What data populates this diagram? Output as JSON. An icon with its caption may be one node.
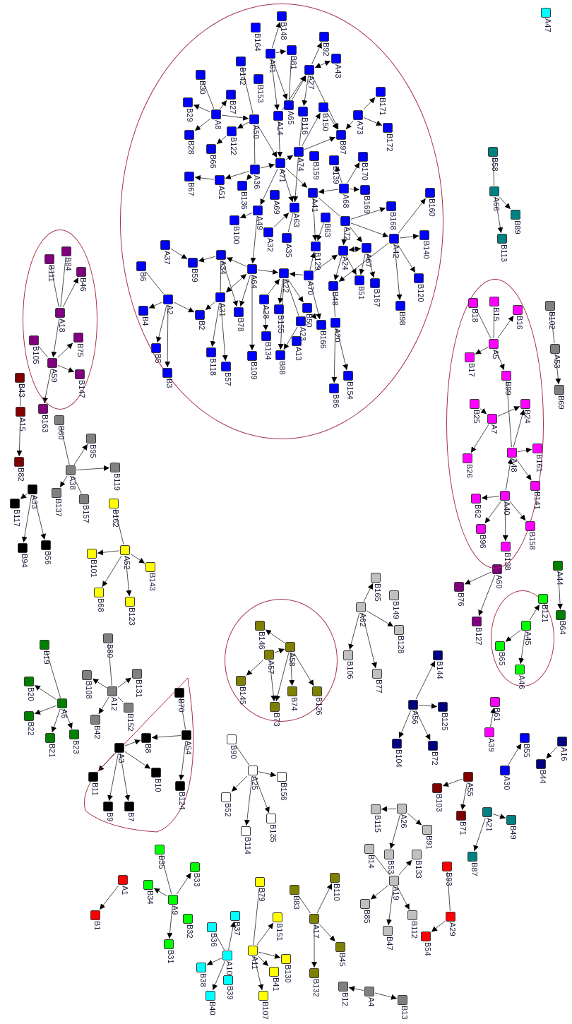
{
  "diagram": {
    "nodes": [
      {
        "text": [],
        "shape": "ellipse"
      },
      {
        "text": [
          "B148"
        ],
        "in": 0
      },
      {
        "text": [
          "B164"
        ],
        "in": 0
      },
      {
        "text": [
          "A61"
        ],
        "in": 0
      },
      {
        "text": [
          "B81"
        ],
        "in": 0
      },
      {
        "text": [
          "B92"
        ],
        "in": 0
      },
      {
        "text": [
          "A43"
        ],
        "in": 0
      },
      {
        "text": [
          "A27"
        ],
        "in": 0
      },
      {
        "text": [
          "B142"
        ],
        "in": 0
      },
      {
        "text": [
          "B153"
        ],
        "in": 0
      },
      {
        "text": [
          "B30"
        ],
        "in": 0
      },
      {
        "text": [
          "B27"
        ],
        "in": 0
      },
      {
        "text": [
          "A8"
        ],
        "in": 0
      },
      {
        "text": [
          "B29"
        ],
        "in": 0
      },
      {
        "text": [
          "B28"
        ],
        "in": 0
      },
      {
        "text": [
          "A50"
        ],
        "in": 0
      },
      {
        "text": [
          "A65"
        ],
        "in": 0
      },
      {
        "text": [
          "A14"
        ],
        "in": 0
      },
      {
        "text": [
          "B116"
        ],
        "in": 0
      },
      {
        "text": [
          "B150"
        ],
        "in": 0
      },
      {
        "text": [
          "B97"
        ],
        "in": 0
      },
      {
        "text": [
          "B171"
        ],
        "in": 0
      },
      {
        "text": [
          "A73"
        ],
        "in": 0
      },
      {
        "text": [
          "B172"
        ],
        "in": 0
      },
      {
        "text": [
          "B122"
        ],
        "in": 0
      },
      {
        "text": [
          "B66"
        ],
        "in": 0
      },
      {
        "text": [
          "A74"
        ],
        "in": 0
      },
      {
        "text": [
          "A71"
        ],
        "in": 0
      },
      {
        "text": [
          "B159"
        ],
        "in": 0
      },
      {
        "text": [
          "B139"
        ],
        "in": 0
      },
      {
        "text": [
          "B170"
        ],
        "in": 0
      },
      {
        "text": [
          "A36"
        ],
        "in": 0
      },
      {
        "text": [
          "A51"
        ],
        "in": 0
      },
      {
        "text": [
          "B67"
        ],
        "in": 0
      },
      {
        "text": [
          "B136"
        ],
        "in": 0
      },
      {
        "text": [
          "A41"
        ],
        "in": 0
      },
      {
        "text": [
          "A68"
        ],
        "in": 0
      },
      {
        "text": [
          "B169"
        ],
        "in": 0
      },
      {
        "text": [
          "B168"
        ],
        "in": 0
      },
      {
        "text": [
          "B160"
        ],
        "in": 0
      },
      {
        "text": [
          "A69"
        ],
        "in": 0
      },
      {
        "text": [
          "A63"
        ],
        "in": 0
      },
      {
        "text": [
          "A49"
        ],
        "in": 0
      },
      {
        "text": [
          "B100"
        ],
        "in": 0
      },
      {
        "text": [
          "A32"
        ],
        "in": 0
      },
      {
        "text": [
          "A35"
        ],
        "in": 0
      },
      {
        "text": [
          "B63"
        ],
        "in": 0
      },
      {
        "text": [
          "A72"
        ],
        "in": 0
      },
      {
        "text": [
          "A42"
        ],
        "in": 0
      },
      {
        "text": [
          "B140"
        ],
        "in": 0
      },
      {
        "text": [
          "B129"
        ],
        "in": 0
      },
      {
        "text": [
          "A24"
        ],
        "in": 0
      },
      {
        "text": [
          "A67"
        ],
        "in": 0
      },
      {
        "text": [
          "B51"
        ],
        "in": 0
      },
      {
        "text": [
          "B167"
        ],
        "in": 0
      },
      {
        "text": [
          "B48"
        ],
        "in": 0
      },
      {
        "text": [
          "B120"
        ],
        "in": 0
      },
      {
        "text": [
          "B98"
        ],
        "in": 0
      },
      {
        "text": [
          "A37"
        ],
        "in": 0
      },
      {
        "text": [
          "B59"
        ],
        "in": 0
      },
      {
        "text": [
          "A34"
        ],
        "in": 0
      },
      {
        "text": [
          "A64"
        ],
        "in": 0
      },
      {
        "text": [
          "A22"
        ],
        "in": 0
      },
      {
        "text": [
          "A70"
        ],
        "in": 0
      },
      {
        "text": [
          "B6"
        ],
        "in": 0
      },
      {
        "text": [
          "A2"
        ],
        "in": 0
      },
      {
        "text": [
          "B4"
        ],
        "in": 0
      },
      {
        "text": [
          "B2"
        ],
        "in": 0
      },
      {
        "text": [
          "A31"
        ],
        "in": 0
      },
      {
        "text": [
          "B78"
        ],
        "in": 0
      },
      {
        "text": [
          "A28"
        ],
        "in": 0
      },
      {
        "text": [
          "B155"
        ],
        "in": 0
      },
      {
        "text": [
          "B50"
        ],
        "in": 0
      },
      {
        "text": [
          "A23"
        ],
        "in": 0
      },
      {
        "text": [
          "B166"
        ],
        "in": 0
      },
      {
        "text": [
          "A20"
        ],
        "in": 0
      },
      {
        "text": [
          "B5"
        ],
        "in": 0
      },
      {
        "text": [
          "B3"
        ],
        "in": 0
      },
      {
        "text": [
          "B118"
        ],
        "in": 0
      },
      {
        "text": [
          "B57"
        ],
        "in": 0
      },
      {
        "text": [
          "B109"
        ],
        "in": 0
      },
      {
        "text": [
          "B134"
        ],
        "in": 0
      },
      {
        "text": [
          "A13"
        ],
        "in": 0
      },
      {
        "text": [
          "B88"
        ],
        "in": 0
      },
      {
        "text": [
          "B86"
        ],
        "in": 0
      },
      {
        "text": [
          "B154"
        ],
        "in": 0
      },
      {
        "text": [],
        "shape": "ellipse"
      },
      {
        "text": [
          "B84"
        ],
        "in": 86
      },
      {
        "text": [
          "B111"
        ],
        "in": 86
      },
      {
        "text": [
          "B46"
        ],
        "in": 86
      },
      {
        "text": [
          "A18"
        ],
        "in": 86
      },
      {
        "text": [
          "B105"
        ],
        "in": 86
      },
      {
        "text": [
          "B75"
        ],
        "in": 86
      },
      {
        "text": [
          "A59"
        ],
        "in": 86
      },
      {
        "text": [
          "B147"
        ],
        "in": 86
      },
      {
        "text": [
          "B163"
        ]
      },
      {
        "text": [
          "B43"
        ]
      },
      {
        "text": [
          "A15"
        ]
      },
      {
        "text": [
          "B82"
        ]
      },
      {
        "text": [
          "B60"
        ]
      },
      {
        "text": [
          "B95"
        ]
      },
      {
        "text": [
          "A38"
        ]
      },
      {
        "text": [
          "B119"
        ]
      },
      {
        "text": [
          "B137"
        ]
      },
      {
        "text": [
          "B157"
        ]
      },
      {
        "text": [
          "A33"
        ]
      },
      {
        "text": [
          "B117"
        ]
      },
      {
        "text": [
          "B94"
        ]
      },
      {
        "text": [
          "B56"
        ]
      },
      {
        "text": [
          "B162"
        ]
      },
      {
        "text": [
          "A52"
        ]
      },
      {
        "text": [
          "B101"
        ]
      },
      {
        "text": [
          "B143"
        ]
      },
      {
        "text": [
          "B68"
        ]
      },
      {
        "text": [
          "B123"
        ]
      },
      {
        "text": [
          "B19"
        ]
      },
      {
        "text": [
          "B20"
        ]
      },
      {
        "text": [
          "A6"
        ]
      },
      {
        "text": [
          "B22"
        ]
      },
      {
        "text": [
          "B21"
        ]
      },
      {
        "text": [
          "B23"
        ]
      },
      {
        "text": [
          "B80"
        ]
      },
      {
        "text": [
          "B108"
        ]
      },
      {
        "text": [
          "B131"
        ]
      },
      {
        "text": [
          "A12"
        ]
      },
      {
        "text": [
          "B152"
        ]
      },
      {
        "text": [
          "B42"
        ]
      },
      {
        "text": [],
        "shape": "teardrop"
      },
      {
        "text": [
          "B70"
        ],
        "in": 127
      },
      {
        "text": [
          "A54"
        ],
        "in": 127
      },
      {
        "text": [
          "B8"
        ],
        "in": 127
      },
      {
        "text": [
          "A3"
        ],
        "in": 127
      },
      {
        "text": [
          "B10"
        ],
        "in": 127
      },
      {
        "text": [
          "B11"
        ],
        "in": 127
      },
      {
        "text": [
          "B124"
        ],
        "in": 127
      },
      {
        "text": [
          "B9"
        ],
        "in": 127
      },
      {
        "text": [
          "B7"
        ],
        "in": 127
      },
      {
        "text": [],
        "shape": "ellipse"
      },
      {
        "text": [
          "B146"
        ],
        "in": 137
      },
      {
        "text": [
          "A58"
        ],
        "in": 137
      },
      {
        "text": [
          "A57"
        ],
        "in": 137
      },
      {
        "text": [
          "B145"
        ],
        "in": 137
      },
      {
        "text": [
          "B74"
        ],
        "in": 137
      },
      {
        "text": [
          "B73"
        ],
        "in": 137
      },
      {
        "text": [
          "B126"
        ],
        "in": 137
      },
      {
        "text": [
          "B90"
        ]
      },
      {
        "text": [
          "A25"
        ]
      },
      {
        "text": [
          "B156"
        ]
      },
      {
        "text": [
          "B52"
        ]
      },
      {
        "text": [
          "B135"
        ]
      },
      {
        "text": [
          "B114"
        ]
      },
      {
        "text": [
          "B35"
        ]
      },
      {
        "text": [
          "B33"
        ]
      },
      {
        "text": [
          "B34"
        ]
      },
      {
        "text": [
          "A9"
        ]
      },
      {
        "text": [
          "B32"
        ]
      },
      {
        "text": [
          "B31"
        ]
      },
      {
        "text": [
          "A1"
        ]
      },
      {
        "text": [
          "B1"
        ]
      },
      {
        "text": [
          "B36"
        ]
      },
      {
        "text": [
          "B37"
        ]
      },
      {
        "text": [
          "A10"
        ]
      },
      {
        "text": [
          "B38"
        ]
      },
      {
        "text": [
          "B39"
        ]
      },
      {
        "text": [
          "B40"
        ]
      },
      {
        "text": [
          "B79"
        ]
      },
      {
        "text": [
          "B151"
        ]
      },
      {
        "text": [
          "A11"
        ]
      },
      {
        "text": [
          "B130"
        ]
      },
      {
        "text": [
          "B41"
        ]
      },
      {
        "text": [
          "B107"
        ]
      },
      {
        "text": [
          "B83"
        ]
      },
      {
        "text": [
          "B110"
        ]
      },
      {
        "text": [
          "A17"
        ]
      },
      {
        "text": [
          "B45"
        ]
      },
      {
        "text": [
          "B132"
        ]
      },
      {
        "text": [
          "B12"
        ]
      },
      {
        "text": [
          "A4"
        ]
      },
      {
        "text": [
          "B13"
        ]
      },
      {
        "text": [
          "B165"
        ]
      },
      {
        "text": [
          "B149"
        ]
      },
      {
        "text": [
          "A62"
        ]
      },
      {
        "text": [
          "B128"
        ]
      },
      {
        "text": [
          "B106"
        ]
      },
      {
        "text": [
          "B77"
        ]
      },
      {
        "text": [
          "B144"
        ]
      },
      {
        "text": [
          "A56"
        ]
      },
      {
        "text": [
          "B125"
        ]
      },
      {
        "text": [
          "B104"
        ]
      },
      {
        "text": [
          "B72"
        ]
      },
      {
        "text": [
          "B115"
        ]
      },
      {
        "text": [
          "A26"
        ]
      },
      {
        "text": [
          "B91"
        ]
      },
      {
        "text": [
          "B14"
        ]
      },
      {
        "text": [
          "B53"
        ]
      },
      {
        "text": [
          "B133"
        ]
      },
      {
        "text": [
          "A19"
        ]
      },
      {
        "text": [
          "B85"
        ]
      },
      {
        "text": [
          "B112"
        ]
      },
      {
        "text": [
          "B47"
        ]
      },
      {
        "text": [
          "B93"
        ]
      },
      {
        "text": [
          "A29"
        ]
      },
      {
        "text": [
          "B54"
        ]
      },
      {
        "text": [
          "A55"
        ]
      },
      {
        "text": [
          "B103"
        ]
      },
      {
        "text": [
          "B71"
        ]
      },
      {
        "text": [
          "A21"
        ]
      },
      {
        "text": [
          "B49"
        ]
      },
      {
        "text": [
          "B87"
        ]
      },
      {
        "text": [
          "B61"
        ]
      },
      {
        "text": [
          "A39"
        ]
      },
      {
        "text": [
          "B55"
        ]
      },
      {
        "text": [
          "A30"
        ]
      },
      {
        "text": [
          "A16"
        ]
      },
      {
        "text": [
          "B44"
        ]
      },
      {
        "text": [
          "A60"
        ]
      },
      {
        "text": [
          "B76"
        ]
      },
      {
        "text": [
          "B127"
        ]
      },
      {
        "text": [
          "A44"
        ]
      },
      {
        "text": [
          "B64"
        ]
      },
      {
        "text": [],
        "shape": "ellipse"
      },
      {
        "text": [
          "B121"
        ],
        "in": 220
      },
      {
        "text": [
          "A45"
        ],
        "in": 220
      },
      {
        "text": [
          "B65"
        ],
        "in": 220
      },
      {
        "text": [
          "A46"
        ],
        "in": 220
      },
      {
        "text": [],
        "shape": "ellipse"
      },
      {
        "text": [
          "B18"
        ],
        "in": 225
      },
      {
        "text": [
          "B15"
        ],
        "in": 225
      },
      {
        "text": [
          "B16"
        ],
        "in": 225
      },
      {
        "text": [
          "A5"
        ],
        "in": 225
      },
      {
        "text": [
          "B17"
        ],
        "in": 225
      },
      {
        "text": [
          "B99"
        ],
        "in": 225
      },
      {
        "text": [
          "B25"
        ],
        "in": 225
      },
      {
        "text": [
          "A7"
        ],
        "in": 225
      },
      {
        "text": [
          "B24"
        ],
        "in": 225
      },
      {
        "text": [
          "B26"
        ],
        "in": 225
      },
      {
        "text": [
          "A48"
        ],
        "in": 225
      },
      {
        "text": [
          "B161"
        ],
        "in": 225
      },
      {
        "text": [
          "B141"
        ],
        "in": 225
      },
      {
        "text": [
          "A40"
        ],
        "in": 225
      },
      {
        "text": [
          "B62"
        ],
        "in": 225
      },
      {
        "text": [
          "B158"
        ],
        "in": 225
      },
      {
        "text": [
          "B96"
        ],
        "in": 225
      },
      {
        "text": [
          "B138"
        ],
        "in": 225
      },
      {
        "text": [
          "B102"
        ]
      },
      {
        "text": [
          "A53"
        ]
      },
      {
        "text": [
          "B69"
        ]
      },
      {
        "text": [
          "B58"
        ]
      },
      {
        "text": [
          "A66"
        ]
      },
      {
        "text": [
          "B89"
        ]
      },
      {
        "text": [
          "B113"
        ]
      },
      {
        "text": [
          "A47"
        ]
      }
    ],
    "edges": [
      {
        "from": 3,
        "to": 1,
        "arrow": "to"
      },
      {
        "from": 3,
        "to": 4,
        "arrow": "to"
      },
      {
        "from": 3,
        "to": 16,
        "arrow": "to"
      },
      {
        "from": 3,
        "to": 17,
        "arrow": "to"
      },
      {
        "from": 4,
        "to": 16,
        "arrow": "none"
      },
      {
        "from": 16,
        "to": 7,
        "arrow": "to"
      },
      {
        "from": 17,
        "to": 7,
        "arrow": "to"
      },
      {
        "from": 7,
        "to": 5,
        "arrow": "to"
      },
      {
        "from": 7,
        "to": 6,
        "arrow": "both"
      },
      {
        "from": 7,
        "to": 18,
        "arrow": "to"
      },
      {
        "from": 7,
        "to": 20,
        "arrow": "to"
      },
      {
        "from": 8,
        "to": 15,
        "arrow": "none"
      },
      {
        "from": 10,
        "to": 12,
        "arrow": "none"
      },
      {
        "from": 12,
        "to": 13,
        "arrow": "to"
      },
      {
        "from": 12,
        "to": 14,
        "arrow": "to"
      },
      {
        "from": 12,
        "to": 11,
        "arrow": "to"
      },
      {
        "from": 12,
        "to": 15,
        "arrow": "to"
      },
      {
        "from": 15,
        "to": 24,
        "arrow": "to"
      },
      {
        "from": 24,
        "to": 25,
        "arrow": "to"
      },
      {
        "from": 15,
        "to": 27,
        "arrow": "to"
      },
      {
        "from": 15,
        "to": 31,
        "arrow": "none"
      },
      {
        "from": 17,
        "to": 27,
        "arrow": "to"
      },
      {
        "from": 18,
        "to": 26,
        "arrow": "none"
      },
      {
        "from": 26,
        "to": 19,
        "arrow": "to"
      },
      {
        "from": 26,
        "to": 20,
        "arrow": "to"
      },
      {
        "from": 27,
        "to": 26,
        "arrow": "to"
      },
      {
        "from": 31,
        "to": 27,
        "arrow": "to"
      },
      {
        "from": 31,
        "to": 32,
        "arrow": "to"
      },
      {
        "from": 32,
        "to": 33,
        "arrow": "to"
      },
      {
        "from": 31,
        "to": 34,
        "arrow": "to"
      },
      {
        "from": 27,
        "to": 35,
        "arrow": "to"
      },
      {
        "from": 27,
        "to": 41,
        "arrow": "to"
      },
      {
        "from": 27,
        "to": 42,
        "arrow": "to"
      },
      {
        "from": 26,
        "to": 41,
        "arrow": "to"
      },
      {
        "from": 36,
        "to": 35,
        "arrow": "to"
      },
      {
        "from": 36,
        "to": 30,
        "arrow": "to"
      },
      {
        "from": 36,
        "to": 37,
        "arrow": "to"
      },
      {
        "from": 36,
        "to": 29,
        "arrow": "to"
      },
      {
        "from": 22,
        "to": 21,
        "arrow": "to"
      },
      {
        "from": 22,
        "to": 23,
        "arrow": "to"
      },
      {
        "from": 22,
        "to": 20,
        "arrow": "to"
      },
      {
        "from": 19,
        "to": 20,
        "arrow": "to"
      },
      {
        "from": 47,
        "to": 38,
        "arrow": "to"
      },
      {
        "from": 47,
        "to": 48,
        "arrow": "to"
      },
      {
        "from": 47,
        "to": 51,
        "arrow": "to"
      },
      {
        "from": 47,
        "to": 52,
        "arrow": "to"
      },
      {
        "from": 35,
        "to": 47,
        "arrow": "none"
      },
      {
        "from": 48,
        "to": 39,
        "arrow": "to"
      },
      {
        "from": 48,
        "to": 49,
        "arrow": "to"
      },
      {
        "from": 48,
        "to": 56,
        "arrow": "to"
      },
      {
        "from": 48,
        "to": 57,
        "arrow": "to"
      },
      {
        "from": 48,
        "to": 55,
        "arrow": "to"
      },
      {
        "from": 51,
        "to": 52,
        "arrow": "both"
      },
      {
        "from": 51,
        "to": 55,
        "arrow": "to"
      },
      {
        "from": 51,
        "to": 53,
        "arrow": "to"
      },
      {
        "from": 52,
        "to": 53,
        "arrow": "to"
      },
      {
        "from": 52,
        "to": 54,
        "arrow": "to"
      },
      {
        "from": 63,
        "to": 51,
        "arrow": "to"
      },
      {
        "from": 63,
        "to": 50,
        "arrow": "to"
      },
      {
        "from": 63,
        "to": 62,
        "arrow": "to"
      },
      {
        "from": 63,
        "to": 74,
        "arrow": "to"
      },
      {
        "from": 35,
        "to": 50,
        "arrow": "to"
      },
      {
        "from": 46,
        "to": 50,
        "arrow": "to"
      },
      {
        "from": 45,
        "to": 41,
        "arrow": "none"
      },
      {
        "from": 44,
        "to": 41,
        "arrow": "to"
      },
      {
        "from": 42,
        "to": 43,
        "arrow": "to"
      },
      {
        "from": 42,
        "to": 61,
        "arrow": "to"
      },
      {
        "from": 61,
        "to": 60,
        "arrow": "to"
      },
      {
        "from": 60,
        "to": 59,
        "arrow": "to"
      },
      {
        "from": 58,
        "to": 59,
        "arrow": "to"
      },
      {
        "from": 61,
        "to": 62,
        "arrow": "to"
      },
      {
        "from": 61,
        "to": 69,
        "arrow": "to"
      },
      {
        "from": 60,
        "to": 69,
        "arrow": "to"
      },
      {
        "from": 61,
        "to": 68,
        "arrow": "both"
      },
      {
        "from": 60,
        "to": 68,
        "arrow": "none"
      },
      {
        "from": 68,
        "to": 67,
        "arrow": "to"
      },
      {
        "from": 65,
        "to": 67,
        "arrow": "to"
      },
      {
        "from": 65,
        "to": 66,
        "arrow": "to"
      },
      {
        "from": 65,
        "to": 76,
        "arrow": "to"
      },
      {
        "from": 65,
        "to": 77,
        "arrow": "to"
      },
      {
        "from": 64,
        "to": 65,
        "arrow": "none"
      },
      {
        "from": 68,
        "to": 78,
        "arrow": "to"
      },
      {
        "from": 68,
        "to": 79,
        "arrow": "to"
      },
      {
        "from": 61,
        "to": 80,
        "arrow": "to"
      },
      {
        "from": 70,
        "to": 62,
        "arrow": "to"
      },
      {
        "from": 70,
        "to": 81,
        "arrow": "to"
      },
      {
        "from": 62,
        "to": 71,
        "arrow": "to"
      },
      {
        "from": 62,
        "to": 83,
        "arrow": "to"
      },
      {
        "from": 62,
        "to": 72,
        "arrow": "to"
      },
      {
        "from": 73,
        "to": 83,
        "arrow": "to"
      },
      {
        "from": 62,
        "to": 73,
        "arrow": "none"
      },
      {
        "from": 72,
        "to": 74,
        "arrow": "to"
      },
      {
        "from": 75,
        "to": 84,
        "arrow": "to"
      },
      {
        "from": 75,
        "to": 85,
        "arrow": "to"
      },
      {
        "from": 55,
        "to": 75,
        "arrow": "none"
      },
      {
        "from": 90,
        "to": 89,
        "arrow": "to"
      },
      {
        "from": 87,
        "to": 90,
        "arrow": "none"
      },
      {
        "from": 88,
        "to": 90,
        "arrow": "none"
      },
      {
        "from": 90,
        "to": 93,
        "arrow": "to"
      },
      {
        "from": 93,
        "to": 92,
        "arrow": "to"
      },
      {
        "from": 93,
        "to": 94,
        "arrow": "to"
      },
      {
        "from": 93,
        "to": 95,
        "arrow": "to"
      },
      {
        "from": 91,
        "to": 93,
        "arrow": "none"
      },
      {
        "from": 96,
        "to": 97,
        "arrow": "none"
      },
      {
        "from": 97,
        "to": 98,
        "arrow": "to"
      },
      {
        "from": 99,
        "to": 101,
        "arrow": "none"
      },
      {
        "from": 101,
        "to": 100,
        "arrow": "to"
      },
      {
        "from": 101,
        "to": 102,
        "arrow": "to"
      },
      {
        "from": 101,
        "to": 103,
        "arrow": "to"
      },
      {
        "from": 104,
        "to": 101,
        "arrow": "none"
      },
      {
        "from": 105,
        "to": 106,
        "arrow": "to"
      },
      {
        "from": 105,
        "to": 107,
        "arrow": "to"
      },
      {
        "from": 105,
        "to": 108,
        "arrow": "to"
      },
      {
        "from": 109,
        "to": 110,
        "arrow": "none"
      },
      {
        "from": 110,
        "to": 111,
        "arrow": "to"
      },
      {
        "from": 110,
        "to": 112,
        "arrow": "to"
      },
      {
        "from": 110,
        "to": 113,
        "arrow": "to"
      },
      {
        "from": 110,
        "to": 114,
        "arrow": "to"
      },
      {
        "from": 115,
        "to": 117,
        "arrow": "none"
      },
      {
        "from": 117,
        "to": 116,
        "arrow": "to"
      },
      {
        "from": 117,
        "to": 118,
        "arrow": "to"
      },
      {
        "from": 117,
        "to": 119,
        "arrow": "to"
      },
      {
        "from": 117,
        "to": 120,
        "arrow": "to"
      },
      {
        "from": 121,
        "to": 124,
        "arrow": "none"
      },
      {
        "from": 124,
        "to": 122,
        "arrow": "to"
      },
      {
        "from": 124,
        "to": 123,
        "arrow": "to"
      },
      {
        "from": 124,
        "to": 126,
        "arrow": "to"
      },
      {
        "from": 125,
        "to": 124,
        "arrow": "none"
      },
      {
        "from": 128,
        "to": 129,
        "arrow": "none"
      },
      {
        "from": 129,
        "to": 130,
        "arrow": "to"
      },
      {
        "from": 129,
        "to": 134,
        "arrow": "to"
      },
      {
        "from": 131,
        "to": 130,
        "arrow": "to"
      },
      {
        "from": 131,
        "to": 132,
        "arrow": "to"
      },
      {
        "from": 131,
        "to": 133,
        "arrow": "to"
      },
      {
        "from": 131,
        "to": 135,
        "arrow": "to"
      },
      {
        "from": 131,
        "to": 136,
        "arrow": "to"
      },
      {
        "from": 139,
        "to": 138,
        "arrow": "to"
      },
      {
        "from": 140,
        "to": 139,
        "arrow": "to"
      },
      {
        "from": 140,
        "to": 141,
        "arrow": "to"
      },
      {
        "from": 140,
        "to": 143,
        "arrow": "to"
      },
      {
        "from": 139,
        "to": 143,
        "arrow": "to"
      },
      {
        "from": 139,
        "to": 142,
        "arrow": "to"
      },
      {
        "from": 139,
        "to": 144,
        "arrow": "to"
      },
      {
        "from": 145,
        "to": 146,
        "arrow": "none"
      },
      {
        "from": 146,
        "to": 147,
        "arrow": "to"
      },
      {
        "from": 146,
        "to": 148,
        "arrow": "to"
      },
      {
        "from": 146,
        "to": 150,
        "arrow": "to"
      },
      {
        "from": 146,
        "to": 149,
        "arrow": "to"
      },
      {
        "from": 151,
        "to": 154,
        "arrow": "none"
      },
      {
        "from": 154,
        "to": 152,
        "arrow": "to"
      },
      {
        "from": 154,
        "to": 153,
        "arrow": "to"
      },
      {
        "from": 154,
        "to": 156,
        "arrow": "to"
      },
      {
        "from": 157,
        "to": 158,
        "arrow": "to"
      },
      {
        "from": 159,
        "to": 161,
        "arrow": "none"
      },
      {
        "from": 161,
        "to": 160,
        "arrow": "to"
      },
      {
        "from": 161,
        "to": 162,
        "arrow": "to"
      },
      {
        "from": 161,
        "to": 164,
        "arrow": "to"
      },
      {
        "from": 165,
        "to": 167,
        "arrow": "none"
      },
      {
        "from": 167,
        "to": 166,
        "arrow": "to"
      },
      {
        "from": 167,
        "to": 168,
        "arrow": "to"
      },
      {
        "from": 167,
        "to": 169,
        "arrow": "to"
      },
      {
        "from": 167,
        "to": 170,
        "arrow": "to"
      },
      {
        "from": 171,
        "to": 173,
        "arrow": "none"
      },
      {
        "from": 173,
        "to": 172,
        "arrow": "to"
      },
      {
        "from": 173,
        "to": 174,
        "arrow": "to"
      },
      {
        "from": 173,
        "to": 175,
        "arrow": "to"
      },
      {
        "from": 177,
        "to": 176,
        "arrow": "to"
      },
      {
        "from": 177,
        "to": 178,
        "arrow": "to"
      },
      {
        "from": 181,
        "to": 179,
        "arrow": "to"
      },
      {
        "from": 181,
        "to": 182,
        "arrow": "to"
      },
      {
        "from": 181,
        "to": 183,
        "arrow": "to"
      },
      {
        "from": 181,
        "to": 184,
        "arrow": "to"
      },
      {
        "from": 186,
        "to": 185,
        "arrow": "to"
      },
      {
        "from": 186,
        "to": 187,
        "arrow": "to"
      },
      {
        "from": 186,
        "to": 188,
        "arrow": "to"
      },
      {
        "from": 186,
        "to": 189,
        "arrow": "to"
      },
      {
        "from": 191,
        "to": 190,
        "arrow": "to"
      },
      {
        "from": 191,
        "to": 194,
        "arrow": "to"
      },
      {
        "from": 191,
        "to": 192,
        "arrow": "to"
      },
      {
        "from": 193,
        "to": 196,
        "arrow": "none"
      },
      {
        "from": 196,
        "to": 195,
        "arrow": "to"
      },
      {
        "from": 196,
        "to": 197,
        "arrow": "to"
      },
      {
        "from": 196,
        "to": 198,
        "arrow": "to"
      },
      {
        "from": 196,
        "to": 199,
        "arrow": "to"
      },
      {
        "from": 200,
        "to": 201,
        "arrow": "none"
      },
      {
        "from": 201,
        "to": 202,
        "arrow": "to"
      },
      {
        "from": 203,
        "to": 204,
        "arrow": "to"
      },
      {
        "from": 203,
        "to": 205,
        "arrow": "to"
      },
      {
        "from": 206,
        "to": 207,
        "arrow": "to"
      },
      {
        "from": 206,
        "to": 208,
        "arrow": "to"
      },
      {
        "from": 210,
        "to": 209,
        "arrow": "to"
      },
      {
        "from": 212,
        "to": 211,
        "arrow": "to"
      },
      {
        "from": 213,
        "to": 214,
        "arrow": "to"
      },
      {
        "from": 215,
        "to": 216,
        "arrow": "to"
      },
      {
        "from": 215,
        "to": 217,
        "arrow": "to"
      },
      {
        "from": 218,
        "to": 219,
        "arrow": "to"
      },
      {
        "from": 222,
        "to": 221,
        "arrow": "to"
      },
      {
        "from": 222,
        "to": 223,
        "arrow": "to"
      },
      {
        "from": 222,
        "to": 224,
        "arrow": "to"
      },
      {
        "from": 226,
        "to": 229,
        "arrow": "none"
      },
      {
        "from": 227,
        "to": 229,
        "arrow": "none"
      },
      {
        "from": 229,
        "to": 228,
        "arrow": "to"
      },
      {
        "from": 229,
        "to": 230,
        "arrow": "to"
      },
      {
        "from": 229,
        "to": 231,
        "arrow": "to"
      },
      {
        "from": 231,
        "to": 236,
        "arrow": "none"
      },
      {
        "from": 232,
        "to": 233,
        "arrow": "to"
      },
      {
        "from": 233,
        "to": 234,
        "arrow": "to"
      },
      {
        "from": 233,
        "to": 235,
        "arrow": "to"
      },
      {
        "from": 236,
        "to": 234,
        "arrow": "to"
      },
      {
        "from": 236,
        "to": 237,
        "arrow": "to"
      },
      {
        "from": 236,
        "to": 238,
        "arrow": "to"
      },
      {
        "from": 239,
        "to": 236,
        "arrow": "to"
      },
      {
        "from": 239,
        "to": 240,
        "arrow": "to"
      },
      {
        "from": 239,
        "to": 242,
        "arrow": "to"
      },
      {
        "from": 239,
        "to": 243,
        "arrow": "to"
      },
      {
        "from": 239,
        "to": 241,
        "arrow": "to"
      },
      {
        "from": 244,
        "to": 245,
        "arrow": "none"
      },
      {
        "from": 245,
        "to": 246,
        "arrow": "to"
      },
      {
        "from": 247,
        "to": 248,
        "arrow": "none"
      },
      {
        "from": 248,
        "to": 249,
        "arrow": "to"
      },
      {
        "from": 248,
        "to": 250,
        "arrow": "to"
      }
    ]
  }
}
